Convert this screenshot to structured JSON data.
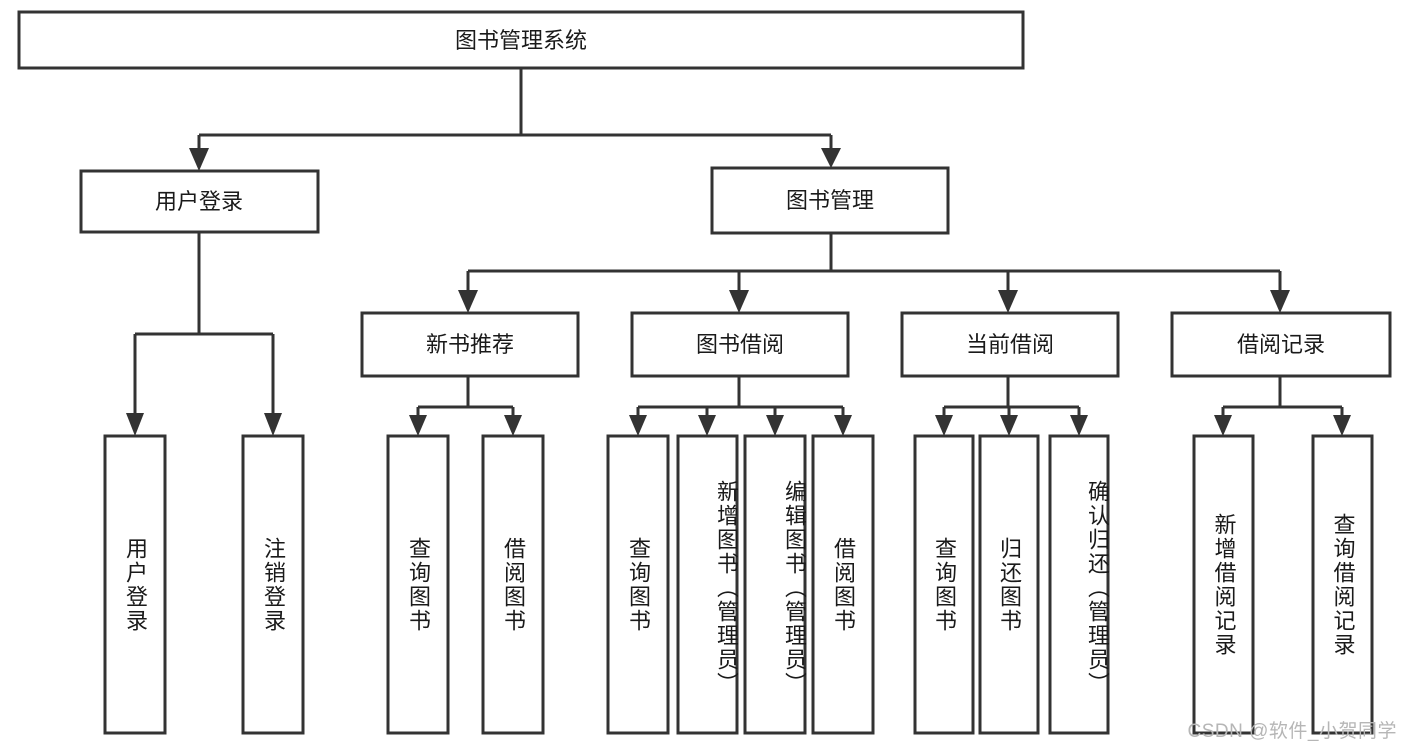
{
  "diagram": {
    "title": "图书管理系统",
    "type": "tree-hierarchy-flowchart",
    "watermark": "CSDN @软件_小贺同学",
    "accent_color": "#333333",
    "background_color": "#ffffff",
    "nodes": {
      "root": {
        "label": "图书管理系统"
      },
      "level2": [
        {
          "id": "user-login",
          "label": "用户登录"
        },
        {
          "id": "book-management",
          "label": "图书管理"
        }
      ],
      "level3": [
        {
          "id": "new-book-recommend",
          "label": "新书推荐"
        },
        {
          "id": "book-borrow",
          "label": "图书借阅"
        },
        {
          "id": "current-borrow",
          "label": "当前借阅"
        },
        {
          "id": "borrow-record",
          "label": "借阅记录"
        }
      ],
      "leaves": [
        {
          "id": "leaf-user-login",
          "label": "用户登录",
          "parent": "user-login"
        },
        {
          "id": "leaf-logout-login",
          "label": "注销登录",
          "parent": "user-login"
        },
        {
          "id": "leaf-query-book-1",
          "label": "查询图书",
          "parent": "new-book-recommend"
        },
        {
          "id": "leaf-borrow-book-1",
          "label": "借阅图书",
          "parent": "new-book-recommend"
        },
        {
          "id": "leaf-query-book-2",
          "label": "查询图书",
          "parent": "book-borrow"
        },
        {
          "id": "leaf-add-book",
          "label": "新增图书（管理员）",
          "parent": "book-borrow"
        },
        {
          "id": "leaf-edit-book",
          "label": "编辑图书（管理员）",
          "parent": "book-borrow"
        },
        {
          "id": "leaf-borrow-book-2",
          "label": "借阅图书",
          "parent": "book-borrow"
        },
        {
          "id": "leaf-query-book-3",
          "label": "查询图书",
          "parent": "current-borrow"
        },
        {
          "id": "leaf-return-book",
          "label": "归还图书",
          "parent": "current-borrow"
        },
        {
          "id": "leaf-confirm-return",
          "label": "确认归还（管理员）",
          "parent": "current-borrow"
        },
        {
          "id": "leaf-add-record",
          "label": "新增借阅记录",
          "parent": "borrow-record"
        },
        {
          "id": "leaf-query-record",
          "label": "查询借阅记录",
          "parent": "borrow-record"
        }
      ]
    }
  }
}
